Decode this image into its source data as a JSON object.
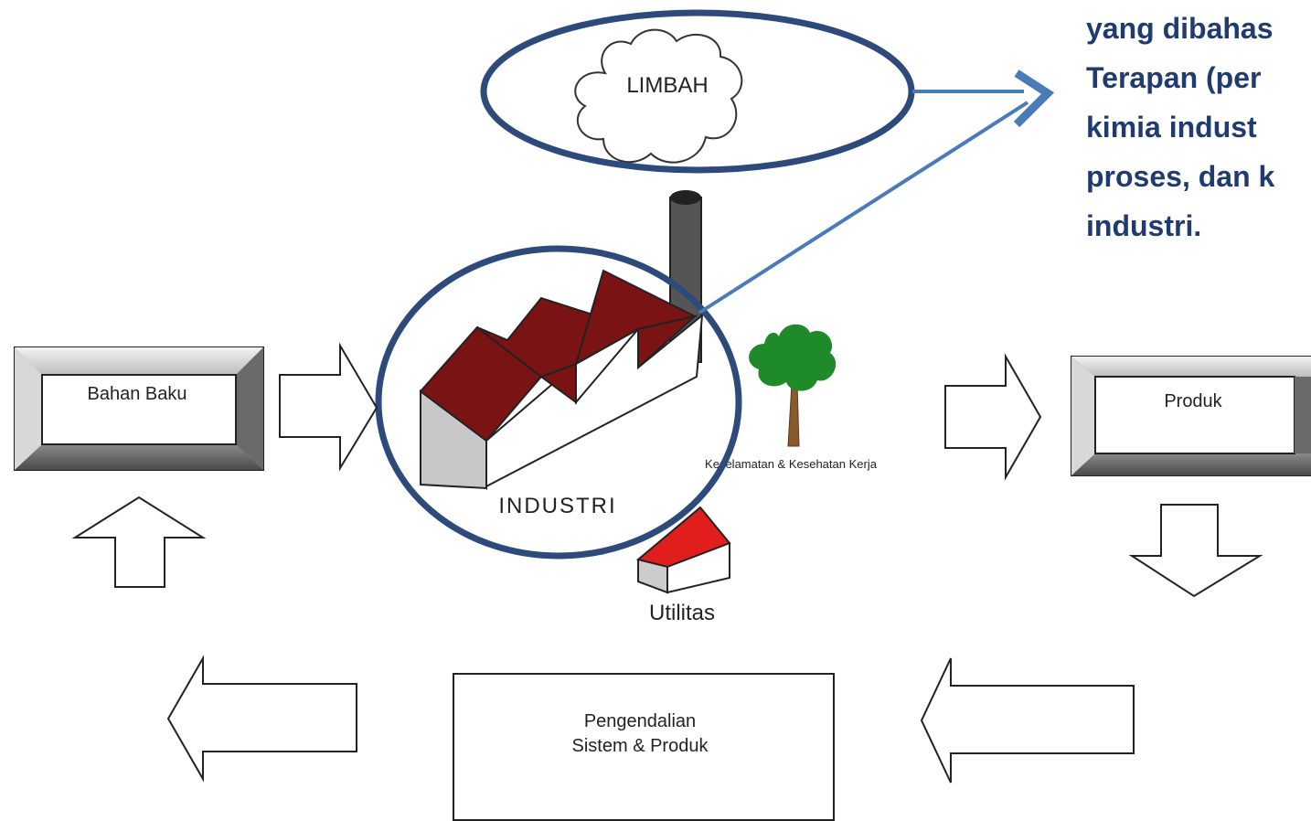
{
  "diagram": {
    "callout": {
      "lines": [
        "yang dibahas",
        "Terapan (per",
        "kimia indust",
        "proses, dan k",
        "industri."
      ]
    },
    "nodes": {
      "limbah": "LIMBAH",
      "bahan_baku": "Bahan Baku",
      "produk": "Produk",
      "industri": "INDUSTRI",
      "k3": "Keselamatan & Kesehatan Kerja",
      "utilitas": "Utilitas",
      "pengendalian_line1": "Pengendalian",
      "pengendalian_line2": "Sistem & Produk"
    },
    "colors": {
      "highlight_ring": "#2d4a7a",
      "callout_arrow": "#4a7ab8",
      "factory_roof": "#7a1414",
      "utility_roof": "#e01e1e",
      "tree_canopy": "#1e8a2a",
      "tree_trunk": "#8b5a2b",
      "chimney": "#555555",
      "callout_text": "#1f3b70"
    },
    "icons": [
      "cloud-icon",
      "factory-icon",
      "chimney-icon",
      "tree-icon",
      "house-icon"
    ]
  }
}
